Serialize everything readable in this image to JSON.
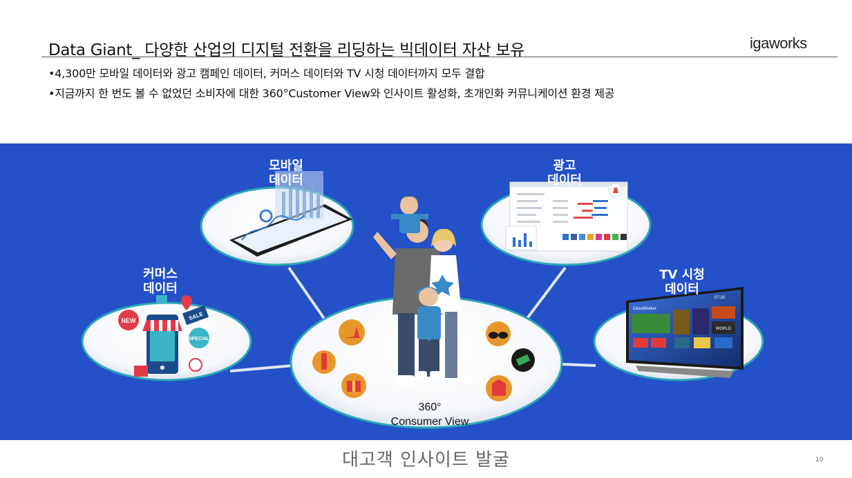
{
  "slide": {
    "title": "Data Giant_ 다양한 산업의 디지털 전환을 리딩하는 빅데이터 자산 보유",
    "logo": "igaworks",
    "bullets": [
      "•4,300만 모바일 데이터와 광고 캠페인 데이터, 커머스 데이터와 TV 시청 데이터까지 모두 결합",
      "•지금까지 한 번도 볼 수 없었던 소비자에 대한 360°Customer View와 인사이트 활성화, 초개인화 커뮤니케이션 환경 제공"
    ]
  },
  "diagram": {
    "nodes": {
      "mobile": {
        "line1": "모바일",
        "line2": "데이터"
      },
      "ads": {
        "line1": "광고",
        "line2": "데이터"
      },
      "commerce": {
        "line1": "커머스",
        "line2": "데이터"
      },
      "tv": {
        "line1": "TV 시청",
        "line2": "데이터"
      }
    },
    "center": {
      "line1": "360°",
      "line2": "Consumer View"
    },
    "mockup_text": {
      "tv_brand": "CloudWalker",
      "tv_time": "07:20",
      "tv_tile": "WORLD"
    },
    "commerce_tags": [
      "NEW",
      "SALE",
      "SPECIAL"
    ],
    "colors": {
      "panel": "#2450c8",
      "ellipse_rim": "#2aa6b8",
      "icon_circle": "#e8962a"
    }
  },
  "footer": {
    "caption": "대고객 인사이트 발굴",
    "page_number": "10"
  }
}
